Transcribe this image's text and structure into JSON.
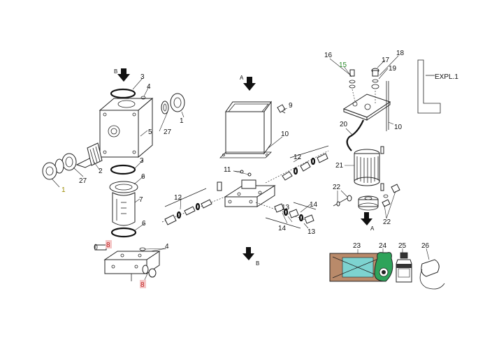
{
  "sheet": {
    "code": "EXPL.1"
  },
  "views": {
    "a_arrow": "A",
    "b_arrow": "B",
    "a_bottom": "A",
    "b_bottom": "B"
  },
  "callouts": {
    "left": [
      "1",
      "2",
      "27",
      "3",
      "4",
      "5",
      "27",
      "1",
      "3",
      "6",
      "7",
      "6",
      "8",
      "4",
      "8"
    ],
    "middle": [
      "9",
      "10",
      "11",
      "12",
      "12",
      "13",
      "14",
      "14",
      "13"
    ],
    "right": [
      "16",
      "15",
      "17",
      "18",
      "19",
      "10",
      "20",
      "21",
      "22",
      "22"
    ],
    "accessories": [
      "23",
      "24",
      "25",
      "26"
    ]
  },
  "colors": {
    "line": "#222222",
    "callout_highlight": "#f4c6c6",
    "pack_teal": "#7dd3d0",
    "pack_brown": "#b98a6a",
    "bag_green": "#2ea35a",
    "yellow_callout": "#9a8a00",
    "green_callout": "#2a8a2a"
  }
}
